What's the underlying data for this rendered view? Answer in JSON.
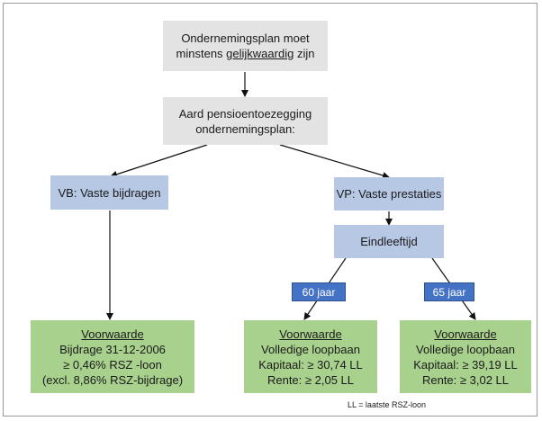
{
  "top": {
    "line1": "Ondernemingsplan moet",
    "line2_pre": "minstens ",
    "line2_underlined": "gelijkwaardig",
    "line2_post": " zijn"
  },
  "aard": {
    "line1": "Aard pensioentoezegging",
    "line2": "ondernemingsplan:"
  },
  "vb": {
    "label": "VB: Vaste bijdragen"
  },
  "vp": {
    "label": "VP: Vaste prestaties"
  },
  "eind": {
    "label": "Eindleeftijd"
  },
  "tags": {
    "age60": "60 jaar",
    "age65": "65 jaar"
  },
  "voorwaarde_vb": {
    "title": "Voorwaarde",
    "lines": [
      "Bijdrage 31-12-2006",
      "≥ 0,46% RSZ -loon",
      "(excl. 8,86% RSZ-bijdrage)"
    ]
  },
  "voorwaarde_60": {
    "title": "Voorwaarde",
    "lines": [
      "Volledige loopbaan",
      "Kapitaal: ≥ 30,74 LL",
      "Rente: ≥ 2,05 LL"
    ]
  },
  "voorwaarde_65": {
    "title": "Voorwaarde",
    "lines": [
      "Volledige loopbaan",
      "Kapitaal: ≥ 39,19 LL",
      "Rente: ≥ 3,02 LL"
    ]
  },
  "footnote": "LL = laatste RSZ-loon",
  "colors": {
    "grey": "#e3e3e3",
    "blue": "#b7c8e4",
    "green": "#a9d18e",
    "tag": "#4472c4"
  }
}
